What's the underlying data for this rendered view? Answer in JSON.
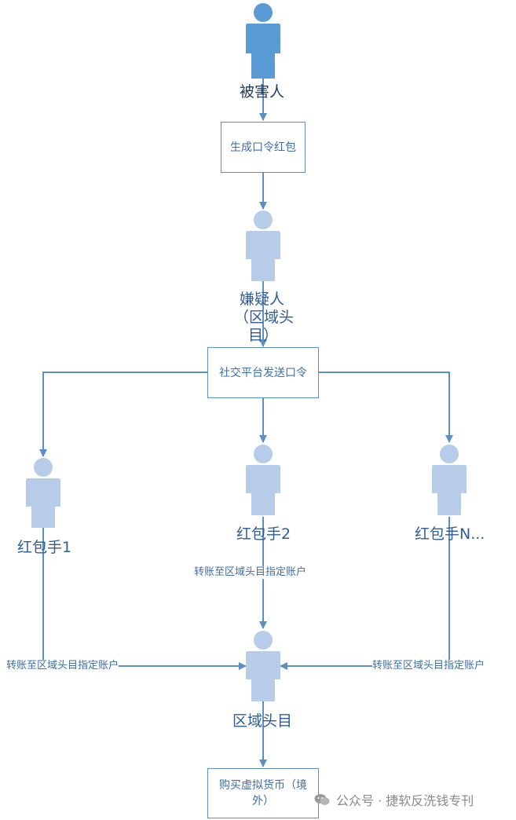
{
  "colors": {
    "line": "#5b8fc7",
    "victim_person": "#5b9bd5",
    "other_person": "#b7cce8",
    "box_border": "#5b8fc7",
    "text": "#2f5d93"
  },
  "nodes": {
    "victim": "被害人",
    "generate_box": "生成口令红包",
    "suspect_line1": "嫌疑人",
    "suspect_line2": "（区域头",
    "suspect_line3": "目）",
    "social_box": "社交平台发送口令",
    "hand1": "红包手1",
    "hand2": "红包手2",
    "handN": "红包手N...",
    "regional_head": "区域头目",
    "buy_box_line1": "购买虚拟货币（境",
    "buy_box_line2": "外）"
  },
  "edge_labels": {
    "transfer_mid": "转账至区域头目指定账户",
    "transfer_left": "转账至区域头目指定账户",
    "transfer_right": "转账至区域头目指定账户"
  },
  "icons": {
    "person": "person-icon",
    "watermark": "wechat-icon"
  },
  "watermark": "公众号 · 捷软反洗钱专刊"
}
